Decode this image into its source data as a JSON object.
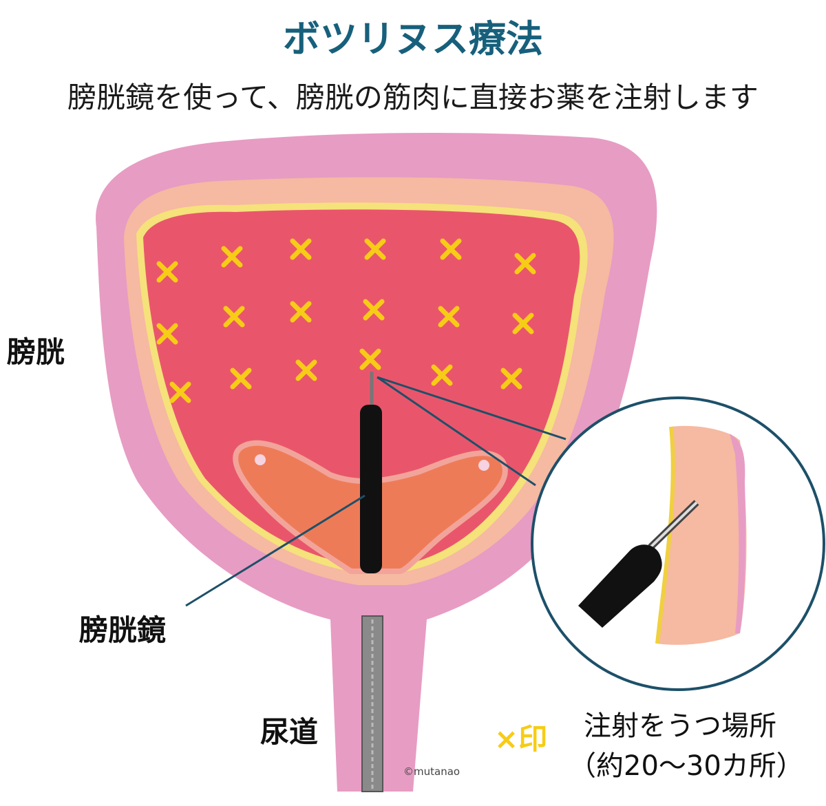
{
  "title": "ボツリヌス療法",
  "subtitle": "膀胱鏡を使って、膀胱の筋肉に直接お薬を注射します",
  "labels": {
    "bladder": "膀胱",
    "cystoscope": "膀胱鏡",
    "urethra": "尿道"
  },
  "legend": {
    "mark": "×印",
    "line1": "注射をうつ場所",
    "line2": "（約20～30カ所）"
  },
  "credit": "©mutanao",
  "colors": {
    "title": "#17607c",
    "outer_wall": "#e79cc3",
    "muscle": "#f6b9a2",
    "mucosa_edge": "#f5e27a",
    "lumen": "#e9566b",
    "trigone": "#ee7b58",
    "injection_mark": "#f7cc16",
    "leader_line": "#1d5069"
  }
}
